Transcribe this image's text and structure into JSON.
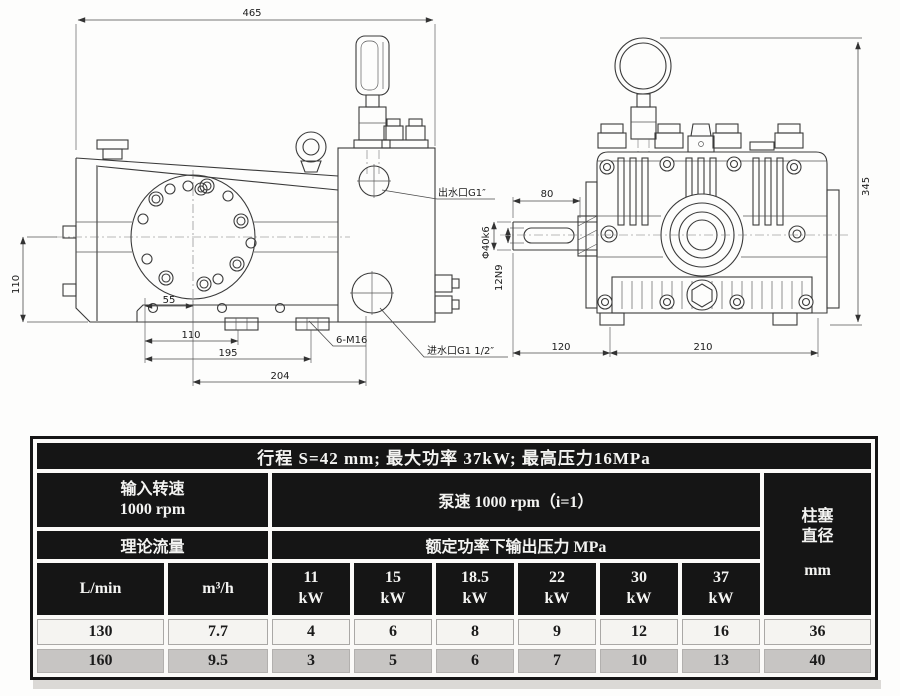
{
  "drawing": {
    "left": {
      "dim_465": "465",
      "dim_v110": "110",
      "dim_55": "55",
      "dim_110": "110",
      "dim_195": "195",
      "dim_204": "204",
      "bolt_label": "6-M16",
      "outlet_label": "出水口G1″",
      "inlet_label": "进水口G1 1/2″"
    },
    "right": {
      "dim_80": "80",
      "shaft_dia": "Φ40k6",
      "key_label": "12N9",
      "dim_345": "345",
      "dim_120": "120",
      "dim_210": "210"
    }
  },
  "table": {
    "title": "行程 S=42 mm; 最大功率 37kW; 最高压力16MPa",
    "input_speed_line1": "输入转速",
    "input_speed_line2": "1000 rpm",
    "pump_speed": "泵速 1000 rpm（i=1）",
    "flow_label": "理论流量",
    "pressure_header": "额定功率下输出压力 MPa",
    "plunger_line1": "柱塞",
    "plunger_line2": "直径",
    "plunger_line3": "mm",
    "flow_unit_1": "L/min",
    "flow_unit_2": "m³/h",
    "power_values": [
      "11",
      "15",
      "18.5",
      "22",
      "30",
      "37"
    ],
    "power_unit": "kW",
    "rows": [
      {
        "flow_lmin": "130",
        "flow_m3h": "7.7",
        "pressures": [
          "4",
          "6",
          "8",
          "9",
          "12",
          "16"
        ],
        "plunger": "36"
      },
      {
        "flow_lmin": "160",
        "flow_m3h": "9.5",
        "pressures": [
          "3",
          "5",
          "6",
          "7",
          "10",
          "13"
        ],
        "plunger": "40"
      }
    ]
  }
}
